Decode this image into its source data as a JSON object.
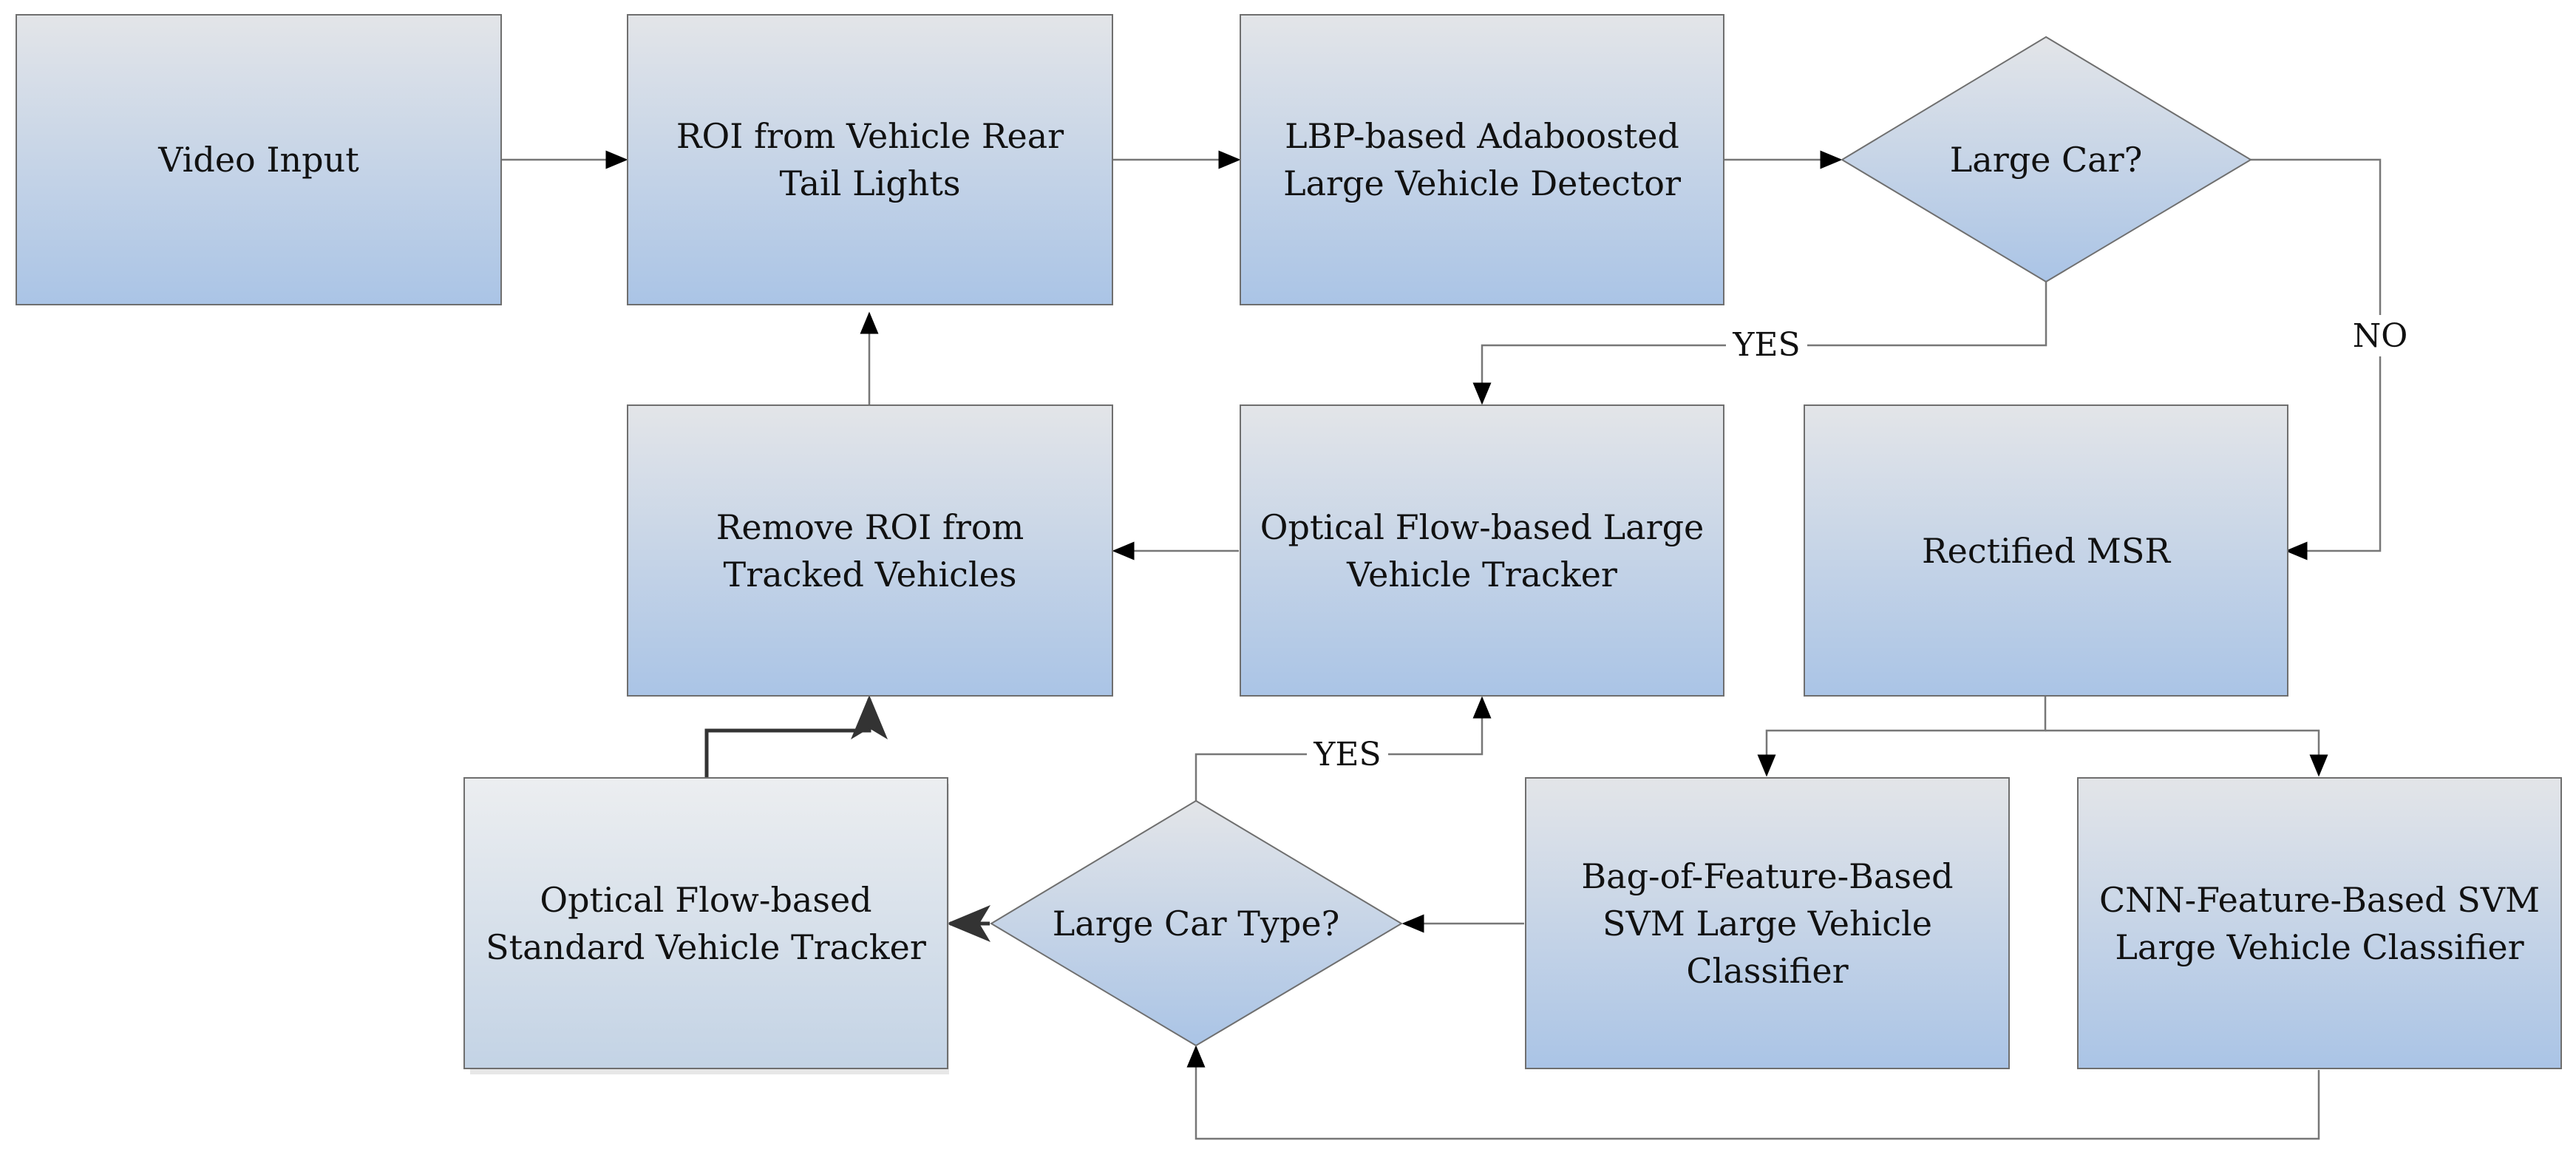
{
  "nodes": {
    "video_input": [
      "Video Input"
    ],
    "roi_tail_lights": [
      "ROI from Vehicle Rear",
      "Tail Lights"
    ],
    "lbp_detector": [
      "LBP-based Adaboosted",
      "Large Vehicle Detector"
    ],
    "large_car_decision": [
      "Large Car?"
    ],
    "remove_roi": [
      "Remove ROI from",
      "Tracked Vehicles"
    ],
    "optical_flow_large_tracker": [
      "Optical Flow-based Large",
      "Vehicle Tracker"
    ],
    "rectified_msr": [
      "Rectified MSR"
    ],
    "optical_flow_standard_tracker": [
      "Optical Flow-based",
      "Standard Vehicle Tracker"
    ],
    "large_car_type_decision": [
      "Large Car Type?"
    ],
    "bof_svm_classifier": [
      "Bag-of-Feature-Based",
      "SVM Large Vehicle",
      "Classifier"
    ],
    "cnn_svm_classifier": [
      "CNN-Feature-Based SVM",
      "Large Vehicle Classifier"
    ]
  },
  "edge_labels": {
    "large_car_yes": "YES",
    "large_car_no": "NO",
    "large_car_type_yes": "YES"
  },
  "colors": {
    "box_gradient_top": "#e3e5e8",
    "box_gradient_bottom": "#aac4e6",
    "standard_box_top": "#eceef0",
    "standard_box_bottom": "#c3d3e5",
    "border": "#6f6f6f",
    "line": "#777777",
    "arrowhead": "#000000"
  }
}
